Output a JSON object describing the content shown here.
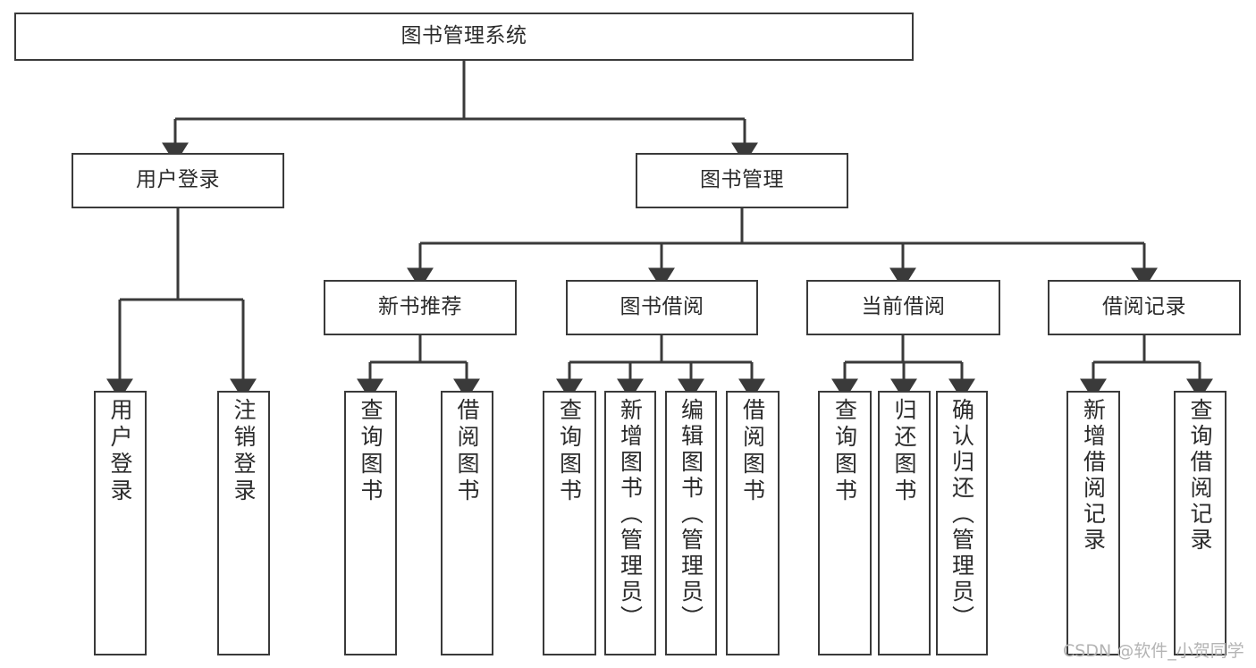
{
  "diagram": {
    "title": "图书管理系统",
    "type": "structure-chart",
    "levels": 4,
    "root": {
      "label": "图书管理系统"
    },
    "level2": [
      {
        "label": "用户登录"
      },
      {
        "label": "图书管理"
      }
    ],
    "level3": [
      {
        "label": "新书推荐"
      },
      {
        "label": "图书借阅"
      },
      {
        "label": "当前借阅"
      },
      {
        "label": "借阅记录"
      }
    ],
    "leaves": {
      "user_login": [
        {
          "label": "用户登录"
        },
        {
          "label": "注销登录"
        }
      ],
      "new_book_recommend": [
        {
          "label": "查询图书"
        },
        {
          "label": "借阅图书"
        }
      ],
      "book_borrow": [
        {
          "label": "查询图书"
        },
        {
          "label": "新增图书（管理员）"
        },
        {
          "label": "编辑图书（管理员）"
        },
        {
          "label": "借阅图书"
        }
      ],
      "current_borrow": [
        {
          "label": "查询图书"
        },
        {
          "label": "归还图书"
        },
        {
          "label": "确认归还（管理员）"
        }
      ],
      "borrow_record": [
        {
          "label": "新增借阅记录"
        },
        {
          "label": "查询借阅记录"
        }
      ]
    }
  },
  "watermark": {
    "text": "CSDN @软件_小贺同学"
  },
  "colors": {
    "stroke": "#3a3a3a",
    "text": "#2b2b2b",
    "background": "#ffffff",
    "watermark": "#b4b4b4"
  }
}
